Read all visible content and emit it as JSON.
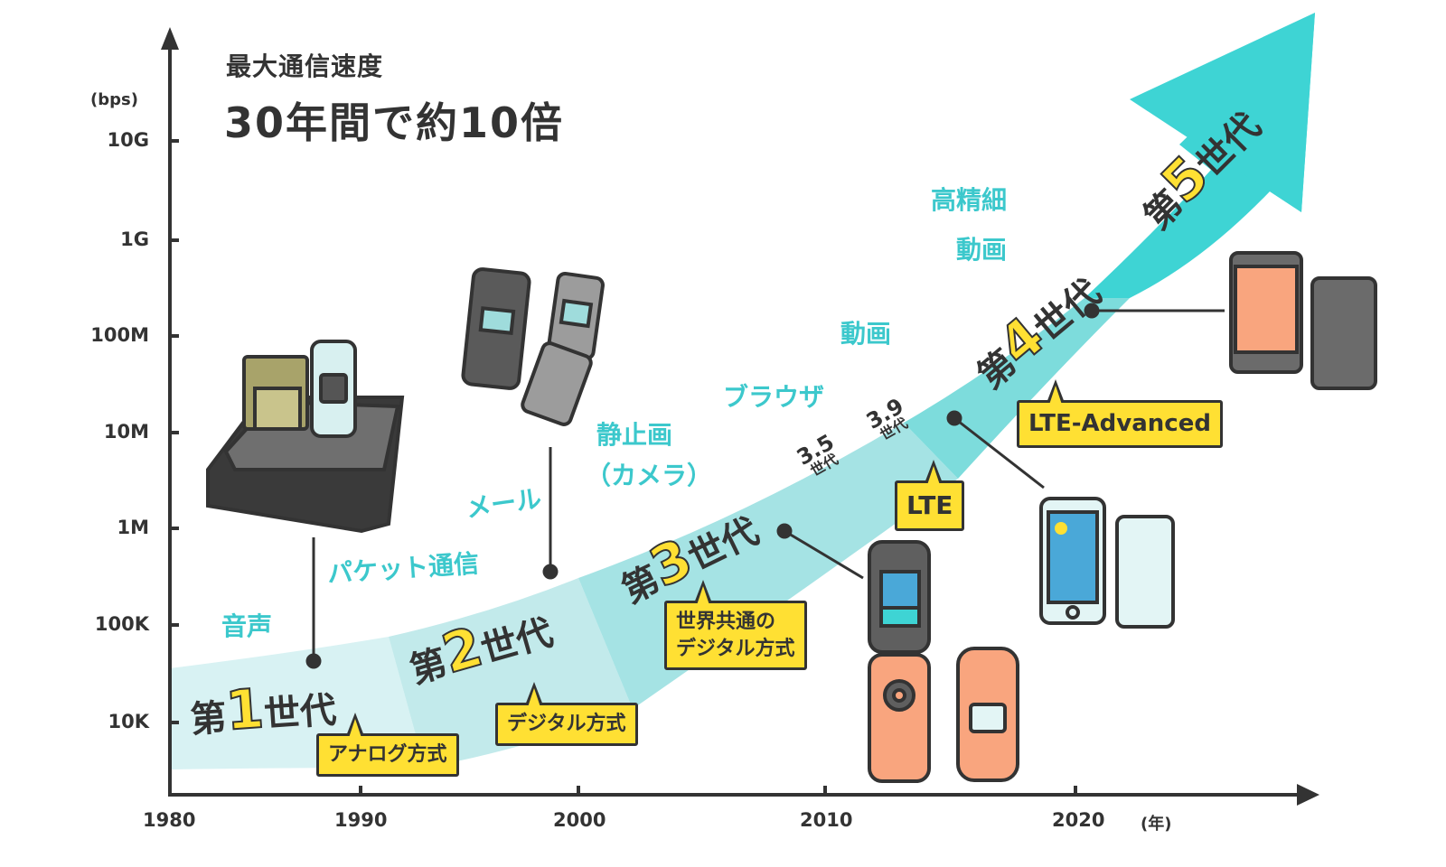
{
  "title": {
    "subtitle": "最大通信速度",
    "headline": "30年間で約10倍"
  },
  "axes": {
    "y_unit": "(bps)",
    "x_unit": "(年)",
    "y_ticks": [
      "10G",
      "1G",
      "100M",
      "10M",
      "1M",
      "100K",
      "10K"
    ],
    "x_ticks": [
      "1980",
      "1990",
      "2000",
      "2010",
      "2020"
    ]
  },
  "colors": {
    "band_1g": "#d8f2f3",
    "band_2g": "#c2eaeb",
    "band_3g": "#a5e3e4",
    "band_4g": "#7ddcdc",
    "band_5g": "#3ed4d4",
    "callout": "#ffe033",
    "feature_text": "#3cc8cc",
    "ink": "#333333"
  },
  "generations": [
    {
      "prefix": "第",
      "number": "1",
      "suffix": "世代",
      "callout": "アナログ方式",
      "features": [
        "音声"
      ]
    },
    {
      "prefix": "第",
      "number": "2",
      "suffix": "世代",
      "callout": "デジタル方式",
      "features": [
        "パケット通信",
        "メール"
      ]
    },
    {
      "prefix": "第",
      "number": "3",
      "suffix": "世代",
      "callout_line1": "世界共通の",
      "callout_line2": "デジタル方式",
      "features": [
        "静止画",
        "（カメラ）",
        "ブラウザ"
      ]
    },
    {
      "prefix": "第",
      "number": "4",
      "suffix": "世代",
      "callout": "LTE-Advanced",
      "features": [
        "動画"
      ]
    },
    {
      "prefix": "第",
      "number": "5",
      "suffix": "世代",
      "features": [
        "高精細",
        "動画"
      ]
    }
  ],
  "sub_generations": [
    {
      "number": "3.5",
      "label": "世代"
    },
    {
      "number": "3.9",
      "label": "世代",
      "callout": "LTE"
    }
  ],
  "devices": [
    {
      "name": "shoulder-phone",
      "era": "第1世代"
    },
    {
      "name": "feature-phones-2g",
      "era": "第2世代"
    },
    {
      "name": "flip-phone-3g",
      "era": "第3世代"
    },
    {
      "name": "smartphone-3-9g",
      "era": "3.9世代"
    },
    {
      "name": "smartphone-4g",
      "era": "第4世代"
    }
  ],
  "chart_data": {
    "type": "line",
    "title": "最大通信速度 30年間で約10倍",
    "xlabel": "(年)",
    "ylabel": "(bps)",
    "x": [
      1980,
      1990,
      2000,
      2010,
      2020
    ],
    "y_scale": "log",
    "y_ticks": [
      "10K",
      "100K",
      "1M",
      "10M",
      "100M",
      "1G",
      "10G"
    ],
    "series": [
      {
        "name": "第1世代",
        "x_range": [
          1980,
          1992
        ],
        "approx_speed": "~10K"
      },
      {
        "name": "第2世代",
        "x_range": [
          1992,
          2001
        ],
        "approx_speed": "~100K"
      },
      {
        "name": "第3世代",
        "x_range": [
          2001,
          2010
        ],
        "approx_speed": "~1M-10M"
      },
      {
        "name": "3.5世代",
        "x_range": [
          2006,
          2010
        ],
        "approx_speed": "~10M"
      },
      {
        "name": "3.9世代 (LTE)",
        "x_range": [
          2010,
          2015
        ],
        "approx_speed": "~100M"
      },
      {
        "name": "第4世代 (LTE-Advanced)",
        "x_range": [
          2015,
          2020
        ],
        "approx_speed": "~1G"
      },
      {
        "name": "第5世代",
        "x_range": [
          2020,
          2025
        ],
        "approx_speed": "~10G+"
      }
    ],
    "annotations": [
      "音声",
      "パケット通信",
      "メール",
      "静止画（カメラ）",
      "ブラウザ",
      "動画",
      "高精細動画",
      "アナログ方式",
      "デジタル方式",
      "世界共通のデジタル方式",
      "LTE",
      "LTE-Advanced"
    ]
  }
}
